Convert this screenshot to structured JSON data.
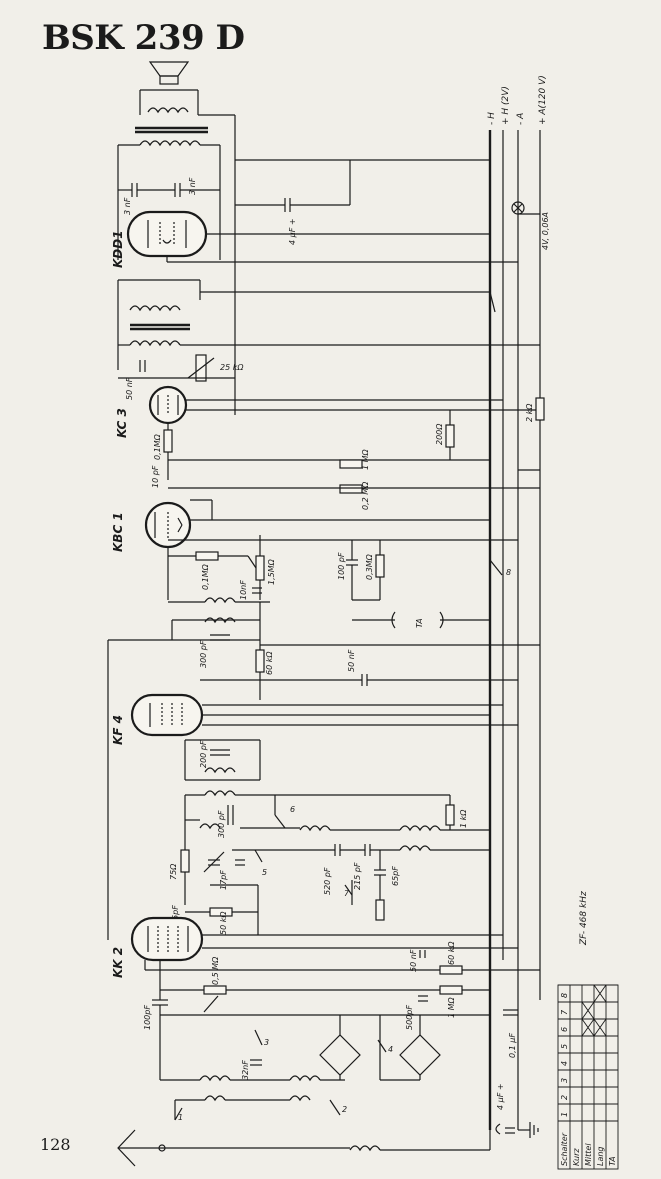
{
  "header": {
    "title": "BSK 239 D"
  },
  "footer": {
    "page_number": "128"
  },
  "supply_rails": [
    "- H",
    "+ H (2V)",
    "- A",
    "+ A(120 V)"
  ],
  "tubes": [
    {
      "id": "kdd1",
      "label": "KDD1"
    },
    {
      "id": "kc3",
      "label": "KC 3"
    },
    {
      "id": "kbc1",
      "label": "KBC 1"
    },
    {
      "id": "kf4",
      "label": "KF 4"
    },
    {
      "id": "kk2",
      "label": "KK 2"
    }
  ],
  "components": {
    "c_3nf_a": "3 nF",
    "c_3nf_b": "3 nF",
    "c_4uf": "4 µF +",
    "lamp": "4V, 0,06A",
    "pot_25k": "25 kΩ",
    "c_50nf_kc3": "50 nF",
    "r_01m_kc3": "0,1MΩ",
    "c_10pf": "10 pF",
    "r_1m": "1 MΩ",
    "r_200": "200Ω",
    "r_2k": "2 kΩ",
    "r_02m": "0,2 MΩ",
    "r_01m_kbc1": "0,1MΩ",
    "pot_15m": "1,5MΩ",
    "c_10nf": "10nF",
    "c_100pf_kbc1": "100 pF",
    "r_03m": "0,3MΩ",
    "ta": "TA",
    "c_300pf_a": "300 pF",
    "r_60k": "60 kΩ",
    "c_50nf_kf4": "50 nF",
    "c_200pf": "200 pF",
    "c_300pf_b": "300 pF",
    "r_1k": "1 kΩ",
    "r_75": "75Ω",
    "c_17pf": "17pF",
    "c_65pf_a": "65pF",
    "c_520pf": "520 pF",
    "c_215pf": "215 pF",
    "c_65pf_b": "65pF",
    "r_50k": "50 kΩ",
    "c_50nf_kk2": "50 nF",
    "r_60k_kk2": "60 kΩ",
    "r_05m": "0,5 MΩ",
    "c_100pf_kk2": "100pF",
    "c_500pf": "500pF",
    "r_1m_kk2": "1 MΩ",
    "c_01uf": "0,1 µF",
    "c_4uf_b": "4 µF +",
    "c_32nf": "32nF"
  },
  "switch_numbers": [
    "1",
    "2",
    "3",
    "4",
    "5",
    "6",
    "7",
    "8"
  ],
  "switch_table": {
    "zf_label": "ZF- 468 kHz",
    "header_label": "Schalter",
    "columns": [
      "1",
      "2",
      "3",
      "4",
      "5",
      "6",
      "7",
      "8"
    ],
    "rows": [
      {
        "label": "Kurz",
        "marks": [
          false,
          false,
          false,
          false,
          false,
          false,
          false,
          false
        ]
      },
      {
        "label": "Mittel",
        "marks": [
          false,
          false,
          false,
          false,
          false,
          true,
          true,
          false
        ]
      },
      {
        "label": "Lang",
        "marks": [
          false,
          false,
          false,
          false,
          false,
          true,
          false,
          true
        ]
      },
      {
        "label": "TA",
        "marks": [
          false,
          false,
          false,
          false,
          false,
          false,
          false,
          false
        ]
      }
    ]
  }
}
